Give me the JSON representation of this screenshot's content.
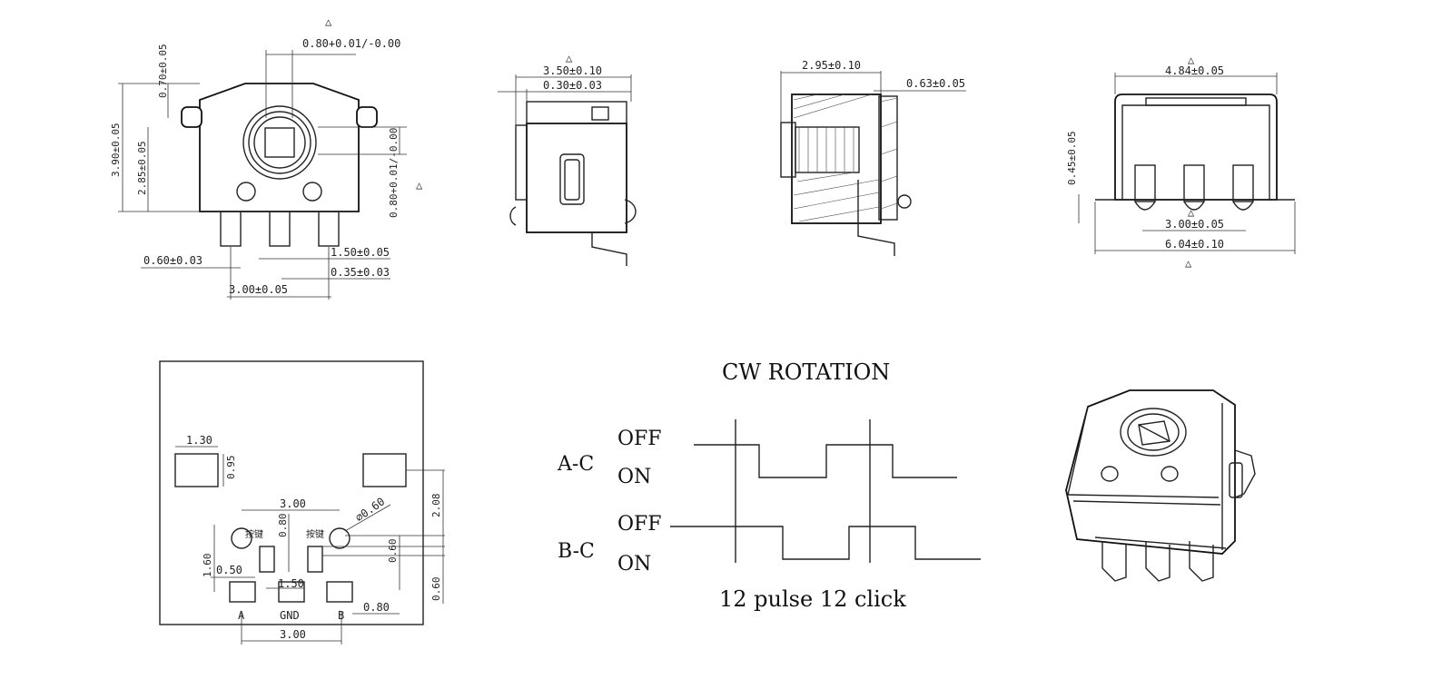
{
  "front_view": {
    "dim_pin_top": "0.80+0.01/-0.00",
    "dim_top_offset": "0.70±0.05",
    "dim_height_total": "3.90±0.05",
    "dim_height_center": "2.85±0.05",
    "dim_shaft_right": "0.80+0.01/-0.00",
    "dim_pin_width": "0.60±0.03",
    "dim_pin_pitch": "1.50±0.05",
    "dim_pin_gap": "0.35±0.03",
    "dim_pin_span": "3.00±0.05"
  },
  "side_view": {
    "dim_depth": "3.50±0.10",
    "dim_flange": "0.30±0.03"
  },
  "section_view": {
    "dim_shaft_len": "2.95±0.10",
    "dim_plate": "0.63±0.05"
  },
  "back_view": {
    "dim_body_width": "4.84±0.05",
    "dim_leg_height": "0.45±0.05",
    "dim_pin_span": "3.00±0.05",
    "dim_total_width": "6.04±0.10"
  },
  "footprint": {
    "dim_pad_w": "1.30",
    "dim_pad_h": "0.95",
    "dim_hole_span": "3.00",
    "dim_hole_dia": "⌀0.60",
    "dim_key_h": "0.80",
    "dim_right_h": "2.08",
    "dim_right_mid": "0.60",
    "dim_right_low": "0.60",
    "dim_left_h": "1.60",
    "dim_small_w": "0.50",
    "dim_pitch": "1.50",
    "dim_pad_b": "0.80",
    "dim_bottom_span": "3.00",
    "key_label_left": "按键",
    "key_label_right": "按键",
    "pin_a": "A",
    "pin_gnd": "GND",
    "pin_b": "B"
  },
  "timing": {
    "title": "CW ROTATION",
    "channel_a": "A-C",
    "channel_b": "B-C",
    "off_label": "OFF",
    "on_label": "ON",
    "footer": "12 pulse 12 click"
  },
  "markers": {
    "triangle": "△"
  }
}
